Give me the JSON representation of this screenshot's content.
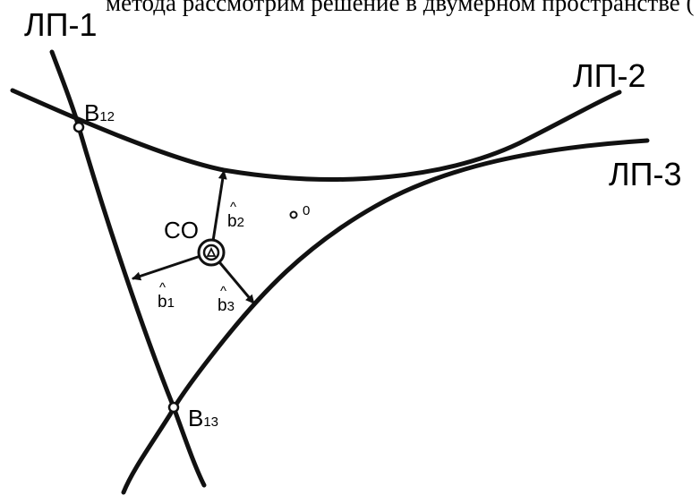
{
  "caption": "метода рассмотрим решение в двумерном пространстве (",
  "lines": {
    "lp1": "ЛП-1",
    "lp2": "ЛП-2",
    "lp3": "ЛП-3"
  },
  "points": {
    "b12": {
      "main": "B",
      "sub": "12"
    },
    "b13": {
      "main": "B",
      "sub": "13"
    },
    "co": "CO",
    "origin": "0"
  },
  "vectors": {
    "b1": {
      "hat": "^",
      "main": "b",
      "sub": "1"
    },
    "b2": {
      "hat": "^",
      "main": "b",
      "sub": "2"
    },
    "b3": {
      "hat": "^",
      "main": "b",
      "sub": "3"
    }
  }
}
